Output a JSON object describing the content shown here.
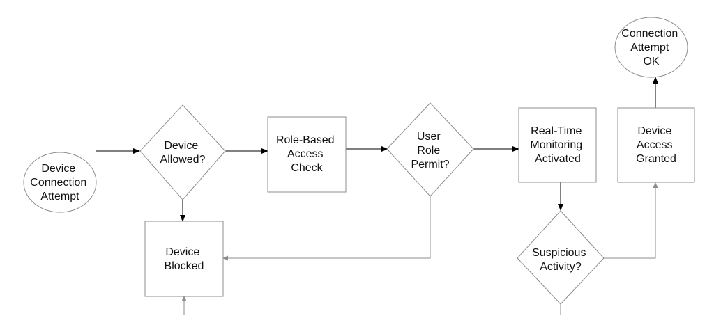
{
  "diagram": {
    "nodes": {
      "start": {
        "shape": "ellipse",
        "lines": [
          "Device",
          "Connection",
          "Attempt"
        ]
      },
      "device_allowed": {
        "shape": "diamond",
        "lines": [
          "Device",
          "Allowed?"
        ]
      },
      "rbac_check": {
        "shape": "rect",
        "lines": [
          "Role-Based",
          "Access",
          "Check"
        ]
      },
      "user_role_permit": {
        "shape": "diamond",
        "lines": [
          "User",
          "Role",
          "Permit?"
        ]
      },
      "monitoring": {
        "shape": "rect",
        "lines": [
          "Real-Time",
          "Monitoring",
          "Activated"
        ]
      },
      "access_granted": {
        "shape": "rect",
        "lines": [
          "Device",
          "Access",
          "Granted"
        ]
      },
      "attempt_ok": {
        "shape": "ellipse",
        "lines": [
          "Connection",
          "Attempt",
          "OK"
        ]
      },
      "device_blocked": {
        "shape": "rect",
        "lines": [
          "Device",
          "Blocked"
        ]
      },
      "suspicious": {
        "shape": "diamond",
        "lines": [
          "Suspicious",
          "Activity?"
        ]
      }
    },
    "edges": [
      {
        "from": "start",
        "to": "device_allowed"
      },
      {
        "from": "device_allowed",
        "to": "rbac_check"
      },
      {
        "from": "rbac_check",
        "to": "user_role_permit"
      },
      {
        "from": "user_role_permit",
        "to": "monitoring"
      },
      {
        "from": "device_allowed",
        "to": "device_blocked"
      },
      {
        "from": "user_role_permit",
        "to": "device_blocked"
      },
      {
        "from": "monitoring",
        "to": "suspicious"
      },
      {
        "from": "suspicious",
        "to": "access_granted"
      },
      {
        "from": "access_granted",
        "to": "attempt_ok"
      },
      {
        "from": "external",
        "to": "device_blocked"
      }
    ]
  }
}
